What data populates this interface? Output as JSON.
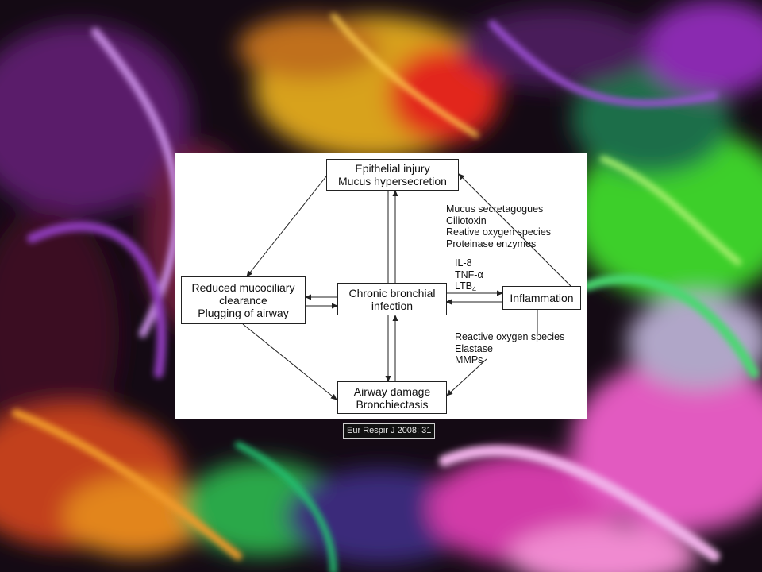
{
  "nodes": {
    "epithelial": {
      "line1": "Epithelial injury",
      "line2": "Mucus hypersecretion"
    },
    "mucociliary": {
      "line1": "Reduced mucociliary",
      "line2": "clearance",
      "line3": "Plugging of airway"
    },
    "chronic": {
      "line1": "Chronic bronchial",
      "line2": "infection"
    },
    "inflammation": {
      "line1": "Inflammation"
    },
    "airway": {
      "line1": "Airway damage",
      "line2": "Bronchiectasis"
    }
  },
  "labels": {
    "mediators_upper": [
      "Mucus secretagogues",
      "Ciliotoxin",
      "Reative oxygen species",
      "Proteinase enzymes"
    ],
    "cytokines": {
      "il8": "IL-8",
      "tnf": "TNF-α",
      "ltb_base": "LTB",
      "ltb_sub": "4"
    },
    "mediators_lower": [
      "Reactive oxygen species",
      "Elastase",
      "MMPs"
    ]
  },
  "citation": "Eur Respir J 2008; 31"
}
